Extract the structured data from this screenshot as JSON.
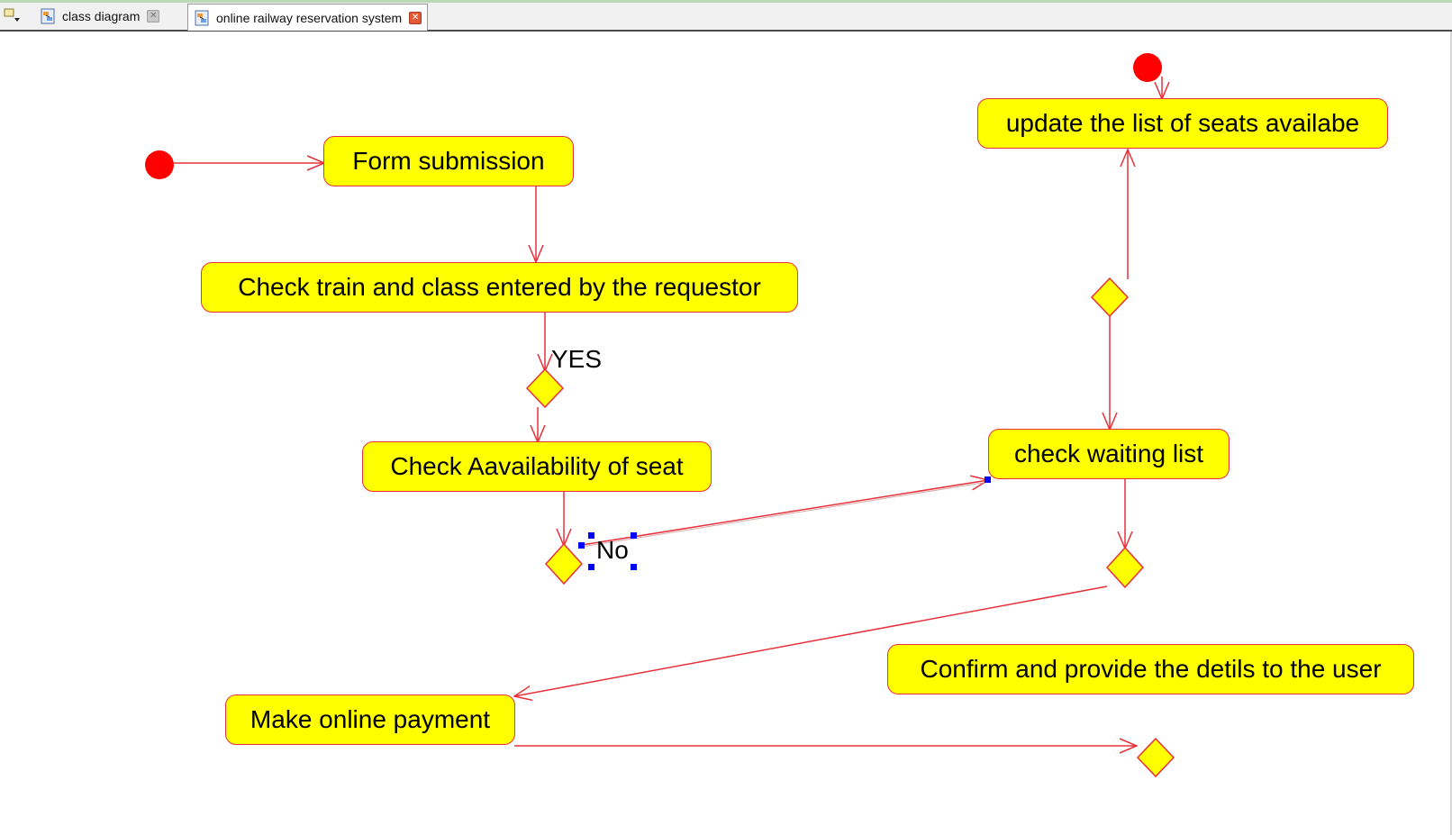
{
  "tabs": [
    {
      "label": "class diagram",
      "active": false,
      "close_icon": "close-x-grey-icon"
    },
    {
      "label": "online railway reservation system",
      "active": true,
      "close_icon": "close-x-red-icon"
    }
  ],
  "diagram": {
    "actions": {
      "form_submission": "Form submission",
      "check_train": "Check train and class entered by the requestor",
      "check_availability": "Check Aavailability of seat",
      "make_payment": "Make online payment",
      "update_list": "update the list of seats availabe",
      "check_waiting": "check waiting list",
      "confirm": "Confirm and provide the detils to the user"
    },
    "guards": {
      "yes": "YES",
      "no": "No"
    }
  },
  "colors": {
    "node_fill": "#ffff00",
    "node_border": "#e8303a",
    "edge": "#e8303a",
    "initial_node": "#ff0000",
    "selection_handle": "#0000ff"
  }
}
